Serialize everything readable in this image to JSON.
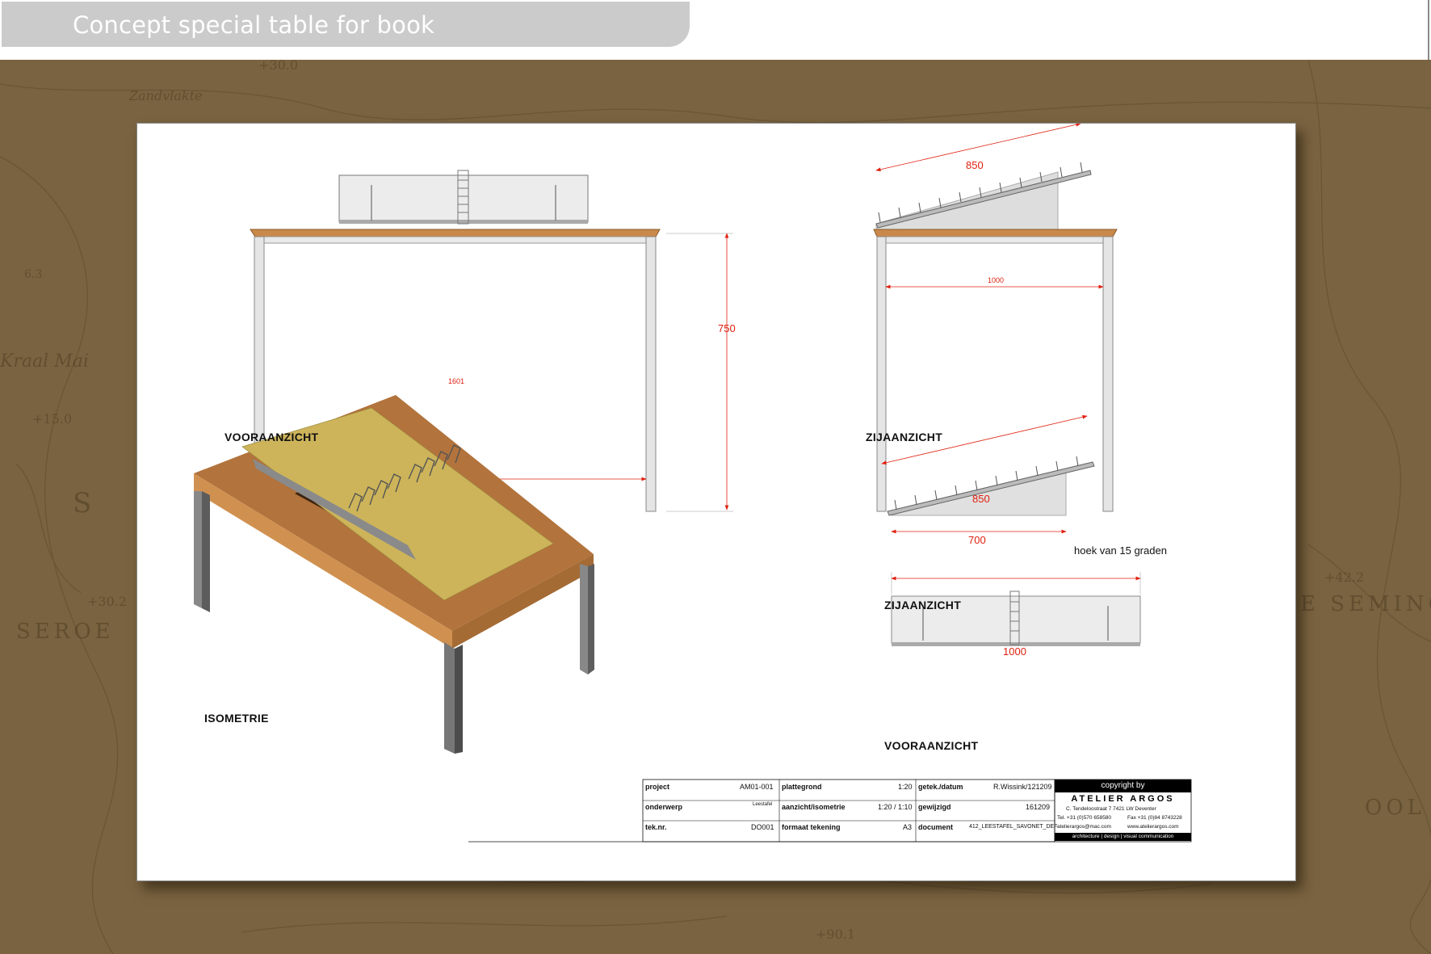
{
  "header": {
    "title": "Concept special table for book"
  },
  "background_map": {
    "labels": [
      "+30.0",
      "Zandvlakte",
      "6.3",
      "Kraal Mai",
      "+15.0",
      "S",
      "SEROE",
      "+30.2",
      "+42.2",
      "E SEMING",
      "OOL",
      "+90.1"
    ]
  },
  "drawing": {
    "front_view": {
      "label": "VOORAANZICHT",
      "dims": {
        "width": "1601",
        "height": "750"
      }
    },
    "side_view": {
      "label": "ZIJAANZICHT",
      "dims": {
        "top": "850",
        "width": "1000"
      }
    },
    "isometric": {
      "label": "ISOMETRIE"
    },
    "stand_side": {
      "label": "ZIJAANZICHT",
      "dims": {
        "top": "850",
        "base": "700"
      },
      "note": "hoek van 15 graden"
    },
    "stand_front": {
      "label": "VOORAANZICHT",
      "dims": {
        "width": "1000"
      }
    }
  },
  "title_block": {
    "project_label": "project",
    "project_value": "AM01-001",
    "onderwerp_label": "onderwerp",
    "onderwerp_value": "Leestafel",
    "teknr_label": "tek.nr.",
    "teknr_value": "DO001",
    "plattegrond_label": "plattegrond",
    "plattegrond_value": "1:20",
    "aanzicht_label": "aanzicht/isometrie",
    "aanzicht_value": "1:20 / 1:10",
    "formaat_label": "formaat tekening",
    "formaat_value": "A3",
    "getek_label": "getek./datum",
    "getek_value": "R.Wissink/121209",
    "gewijzigd_label": "gewijzigd",
    "gewijzigd_value": "161209",
    "document_label": "document",
    "document_value": "412_LEESTAFEL_SAVONET_DEF"
  },
  "copyright": {
    "heading": "copyright by",
    "company": "ATELIER ARGOS",
    "address": "C. Tendeloostraat 7  7421 LW  Deventer",
    "tel": "Tel. +31 (0)570 658580",
    "fax": "Fax +31 (0)84 8743228",
    "email": "atelierargos@mac.com",
    "web": "www.atelierargos.com",
    "footer": "architecture  |  design  |  visual communication"
  }
}
